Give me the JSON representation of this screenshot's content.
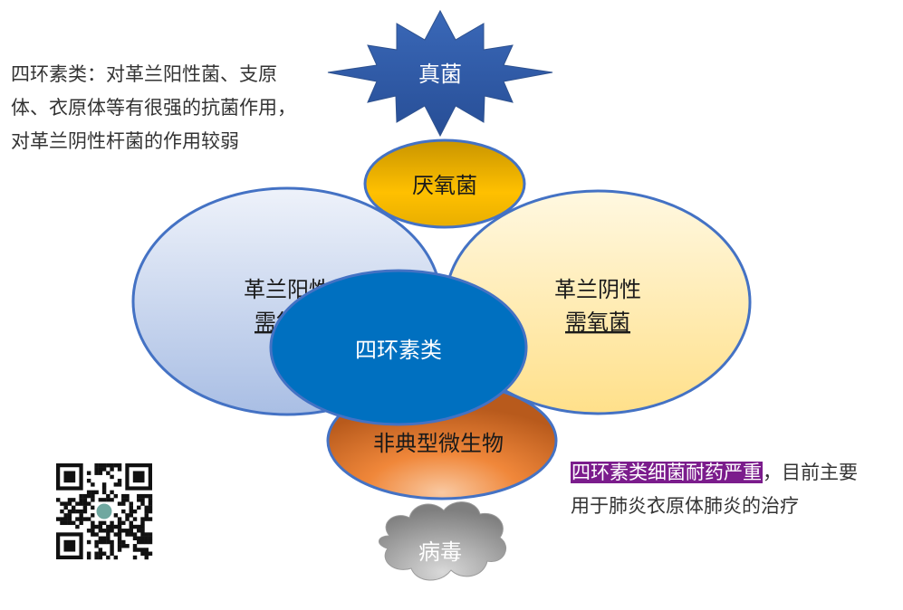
{
  "notes": {
    "top": {
      "lines": [
        "四环素类：对革兰阳性菌、支原",
        "体、衣原体等有很强的抗菌作用，",
        "对革兰阴性杆菌的作用较弱"
      ]
    },
    "bottom": {
      "highlight": "四环素类细菌耐药严重",
      "rest": "，目前主要",
      "line2": "用于肺炎衣原体肺炎的治疗"
    }
  },
  "shapes": {
    "fungi": "真菌",
    "anaerobe": "厌氧菌",
    "gram_positive": {
      "line1": "革兰阳性",
      "line2": "需氧菌"
    },
    "gram_negative": {
      "line1": "革兰阴性",
      "line2": "需氧菌"
    },
    "tetracycline": "四环素类",
    "atypical": "非典型微生物",
    "virus": "病毒"
  },
  "colors": {
    "fungi_star": "#2E5AA7",
    "anaerobe": "#E6A800",
    "gram_positive": "#B4C7E7",
    "gram_negative": "#FFE699",
    "tetracycline": "#0070C0",
    "atypical": "#E07A30",
    "virus": "#8C8C8C",
    "outline": "#4472C4",
    "highlight_bg": "#7B1C8C"
  },
  "icons": {
    "qr_code": "qr-code-icon"
  }
}
